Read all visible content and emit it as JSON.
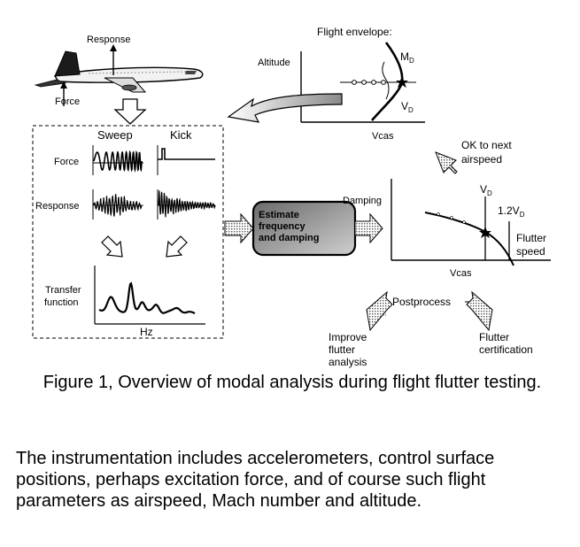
{
  "figure": {
    "aircraft": {
      "response_label": "Response",
      "force_label": "Force"
    },
    "envelope": {
      "title": "Flight envelope:",
      "y_label": "Altitude",
      "x_label": "Vcas",
      "md_label": "M",
      "md_sub": "D",
      "vd_label": "V",
      "vd_sub": "D"
    },
    "test_box": {
      "sweep_label": "Sweep",
      "kick_label": "Kick",
      "force_label": "Force",
      "response_label": "Response",
      "transfer_line1": "Transfer",
      "transfer_line2": "function",
      "hz_label": "Hz"
    },
    "estimate_box": {
      "line1": "Estimate",
      "line2": "frequency",
      "line3": "and damping"
    },
    "ok_next": {
      "line1": "OK to next",
      "line2": "airspeed"
    },
    "damping_plot": {
      "y_label": "Damping",
      "x_label": "Vcas",
      "vd_label": "V",
      "vd_sub": "D",
      "v12_label": "1.2V",
      "v12_sub": "D",
      "flutter_line1": "Flutter",
      "flutter_line2": "speed"
    },
    "postprocess": {
      "label": "Postprocess",
      "improve_line1": "Improve",
      "improve_line2": "flutter",
      "improve_line3": "analysis",
      "cert_line1": "Flutter",
      "cert_line2": "certification"
    }
  },
  "caption": "Figure 1, Overview of modal analysis during flight flutter testing.",
  "body_text": "The instrumentation includes accelerometers, control surface positions, perhaps excitation force, and of course such flight parameters as airspeed, Mach number and altitude."
}
